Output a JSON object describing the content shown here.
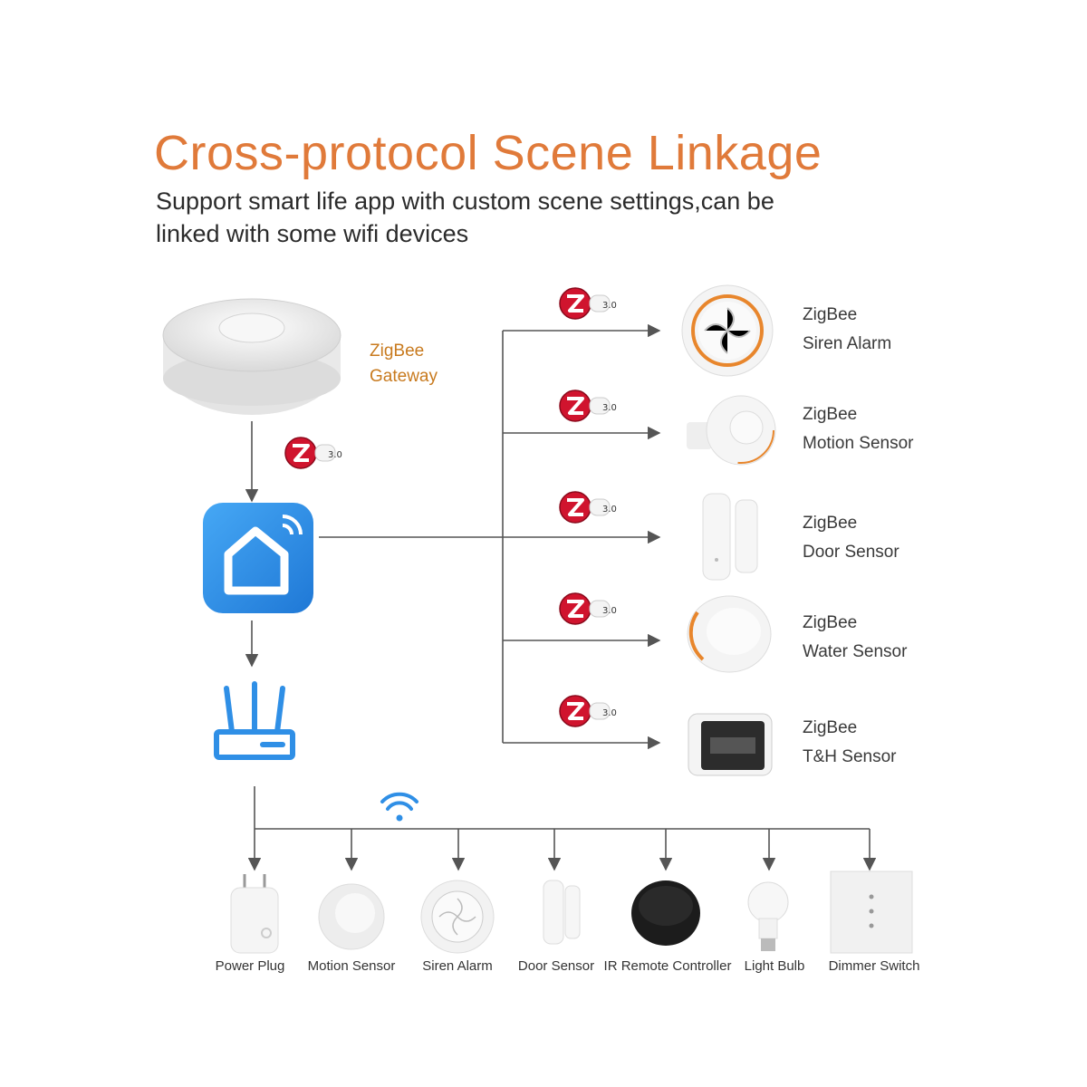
{
  "title": "Cross-protocol Scene Linkage",
  "subtitle": "Support smart life app with custom scene settings,can be linked with some wifi devices",
  "gateway": {
    "line1": "ZigBee",
    "line2": "Gateway",
    "icon": "zigbee-gateway-icon"
  },
  "zigbee_badge_text": "3.0",
  "app_icon": "smart-life-app-icon",
  "router_icon": "wifi-router-icon",
  "wifi_icon": "wifi-signal-icon",
  "zigbee_devices": [
    {
      "line1": "ZigBee",
      "line2": "Siren Alarm",
      "icon": "siren-alarm-icon"
    },
    {
      "line1": "ZigBee",
      "line2": "Motion Sensor",
      "icon": "motion-sensor-icon"
    },
    {
      "line1": "ZigBee",
      "line2": "Door Sensor",
      "icon": "door-sensor-icon"
    },
    {
      "line1": "ZigBee",
      "line2": "Water Sensor",
      "icon": "water-sensor-icon"
    },
    {
      "line1": "ZigBee",
      "line2": "T&H Sensor",
      "icon": "th-sensor-icon"
    }
  ],
  "wifi_devices": [
    {
      "label": "Power Plug",
      "icon": "power-plug-icon"
    },
    {
      "label": "Motion Sensor",
      "icon": "motion-sensor-icon"
    },
    {
      "label": "Siren Alarm",
      "icon": "siren-alarm-icon"
    },
    {
      "label": "Door Sensor",
      "icon": "door-sensor-icon"
    },
    {
      "label": "IR Remote Controller",
      "icon": "ir-remote-icon"
    },
    {
      "label": "Light Bulb",
      "icon": "light-bulb-icon"
    },
    {
      "label": "Dimmer Switch",
      "icon": "dimmer-switch-icon"
    }
  ],
  "colors": {
    "title": "#e07a3a",
    "accent_orange": "#e8862c",
    "zigbee_red": "#c8102e",
    "app_blue": "#2f8fe6",
    "line": "#555555"
  }
}
